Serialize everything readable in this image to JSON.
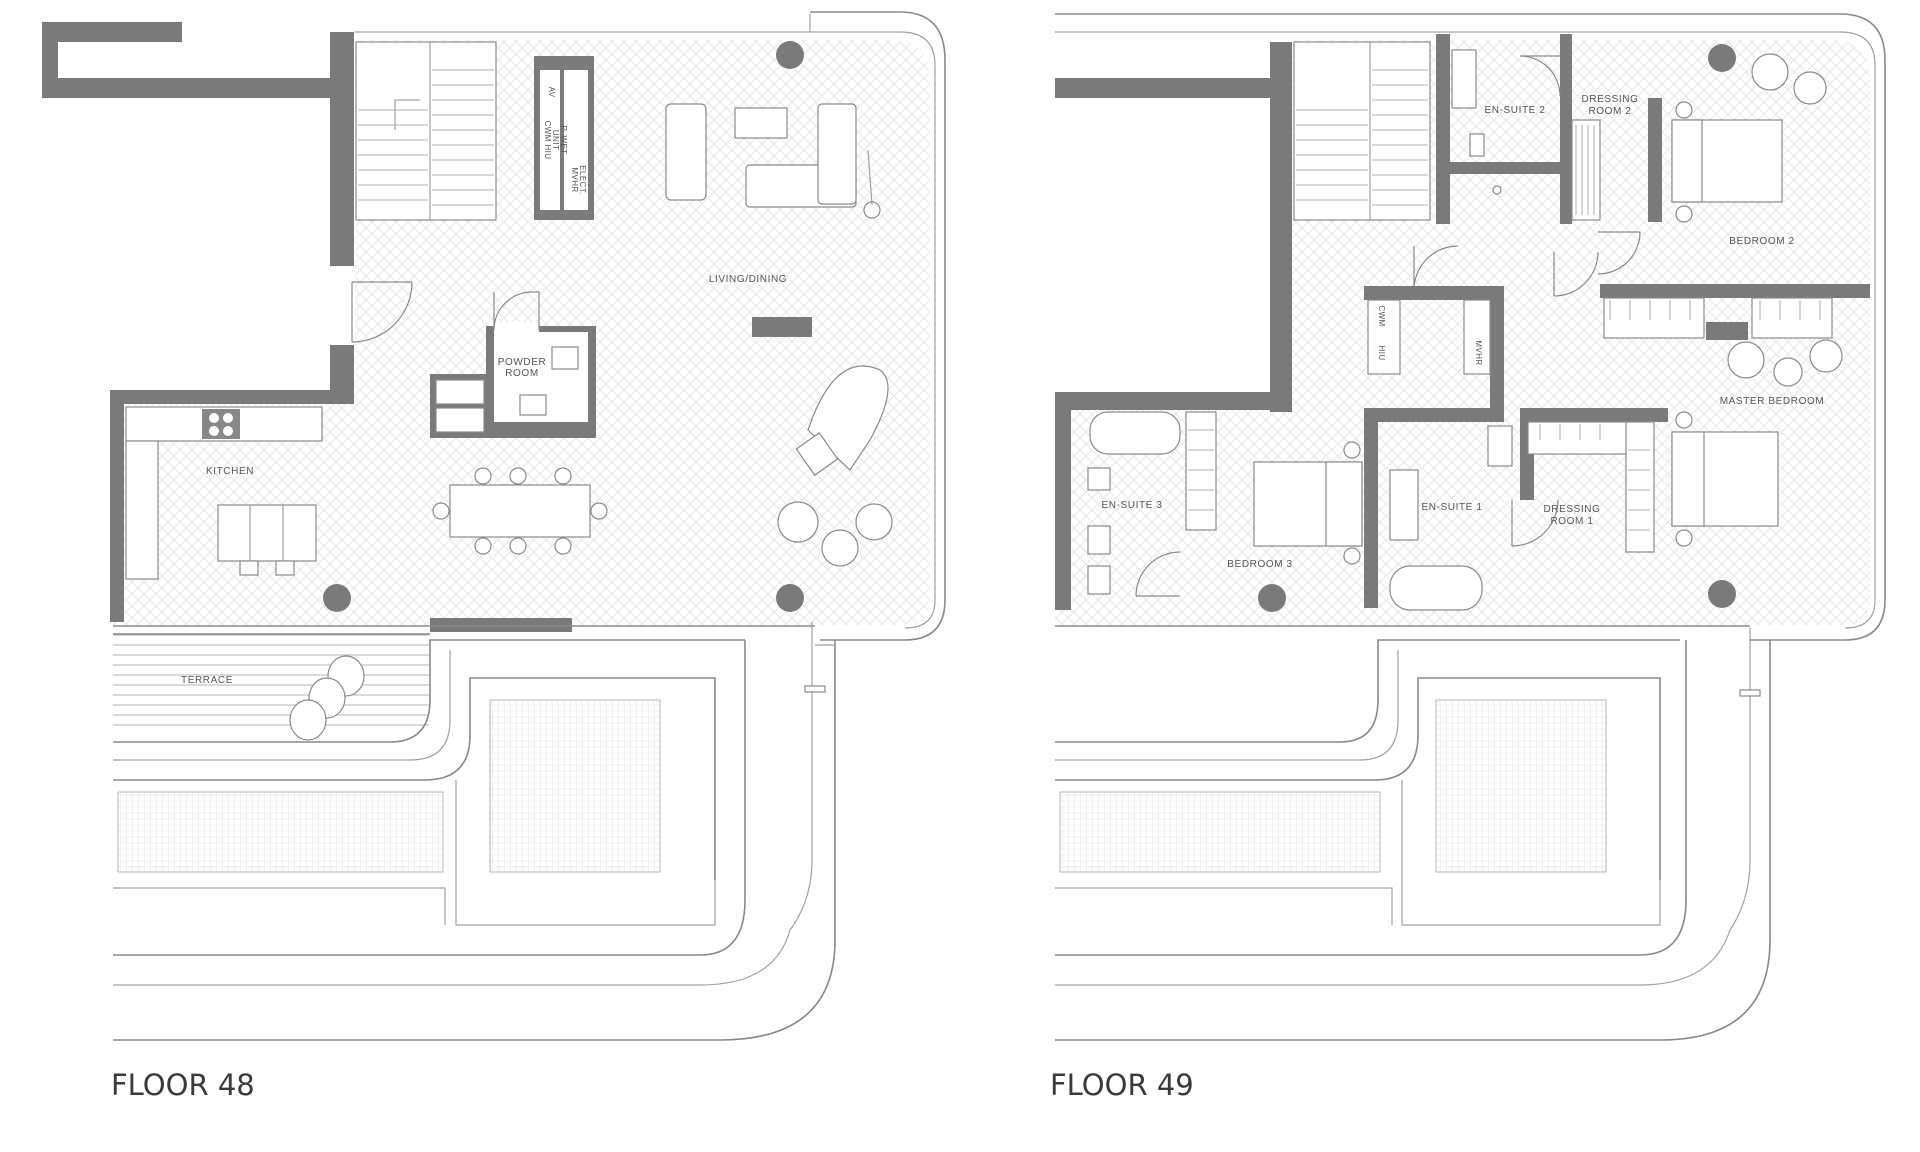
{
  "floors": [
    {
      "title": "FLOOR 48",
      "rooms": {
        "living_dining": "LIVING/DINING",
        "kitchen": "KITCHEN",
        "powder_room_line1": "POWDER",
        "powder_room_line2": "ROOM",
        "terrace": "TERRACE"
      },
      "utility_labels": [
        "AV",
        "CWM HIU",
        "UNIT",
        "P. WET",
        "MVHR",
        "ELECT."
      ]
    },
    {
      "title": "FLOOR 49",
      "rooms": {
        "en_suite_2": "EN-SUITE 2",
        "dressing_room_2_line1": "DRESSING",
        "dressing_room_2_line2": "ROOM 2",
        "bedroom_2": "BEDROOM 2",
        "master_bedroom": "MASTER BEDROOM",
        "en_suite_3": "EN-SUITE 3",
        "bedroom_3": "BEDROOM 3",
        "en_suite_1": "EN-SUITE 1",
        "dressing_room_1_line1": "DRESSING",
        "dressing_room_1_line2": "ROOM 1"
      },
      "utility_labels": [
        "CWM",
        "HIU",
        "MVHR"
      ]
    }
  ]
}
